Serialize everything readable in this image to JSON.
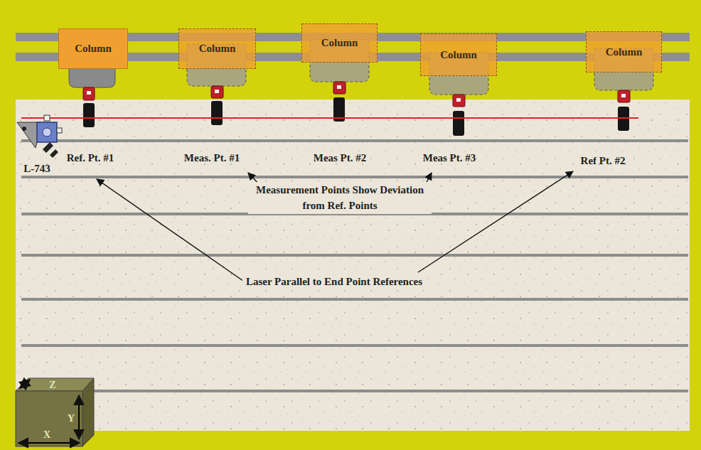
{
  "diagram": {
    "nodes": [
      {
        "text": [
          "Column"
        ]
      },
      {
        "text": [
          "Column"
        ]
      },
      {
        "text": [
          "Column"
        ]
      },
      {
        "text": [
          "Column"
        ]
      },
      {
        "text": [
          "Column"
        ]
      }
    ],
    "labels": [
      "L-743",
      "Ref. Pt. #1",
      "Meas. Pt. #1",
      "Meas Pt. #2",
      "Meas Pt. #3",
      "Ref Pt. #2",
      "Measurement Points Show Deviation from Ref. Points",
      "Laser Parallel to End Point References",
      "Z",
      "Y",
      "X"
    ]
  }
}
